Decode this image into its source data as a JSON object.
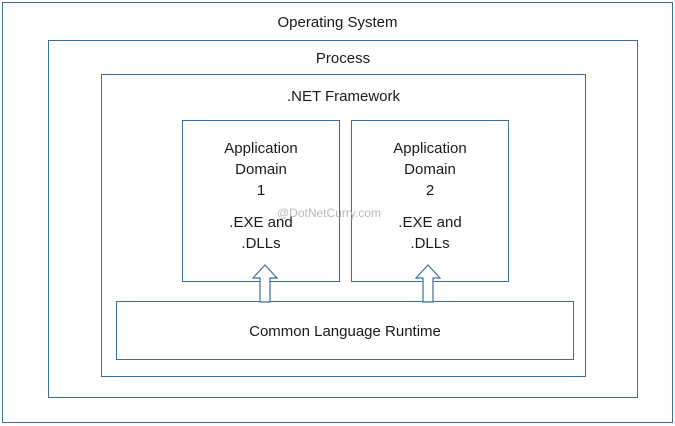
{
  "diagram": {
    "os_label": "Operating System",
    "process_label": "Process",
    "framework_label": ".NET Framework",
    "app_domain_1": {
      "line1": "Application",
      "line2": "Domain",
      "line3": "1",
      "line4": ".EXE and",
      "line5": ".DLLs"
    },
    "app_domain_2": {
      "line1": "Application",
      "line2": "Domain",
      "line3": "2",
      "line4": ".EXE and",
      "line5": ".DLLs"
    },
    "clr_label": "Common Language Runtime",
    "watermark": "@DotNetCurry.com"
  },
  "colors": {
    "border": "#3d6e99",
    "text": "#1a1a1a",
    "watermark": "#b9b9b9"
  }
}
